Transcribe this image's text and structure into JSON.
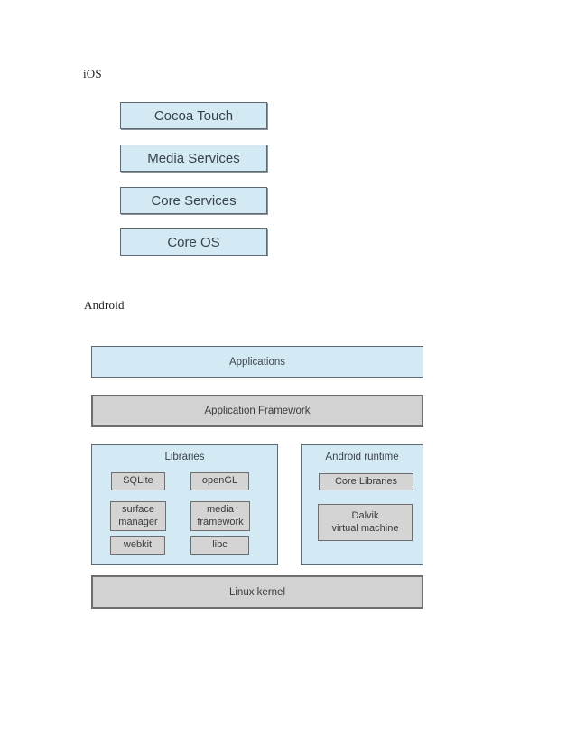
{
  "headings": {
    "ios": "iOS",
    "android": "Android"
  },
  "ios_stack": {
    "layers": [
      "Cocoa Touch",
      "Media Services",
      "Core Services",
      "Core OS"
    ]
  },
  "android_diagram": {
    "applications": "Applications",
    "application_framework": "Application Framework",
    "libraries": {
      "title": "Libraries",
      "items": [
        "SQLite",
        "openGL",
        "surface\nmanager",
        "media\nframework",
        "webkit",
        "libc"
      ]
    },
    "runtime": {
      "title": "Android runtime",
      "items": [
        "Core Libraries",
        "Dalvik\nvirtual machine"
      ]
    },
    "linux_kernel": "Linux kernel"
  },
  "colors": {
    "layer_blue": "#d3eaf5",
    "layer_gray": "#d2d2d2",
    "border_dark": "#5d6a73",
    "text_dark": "#3b3b3b",
    "page_background": "#ffffff"
  }
}
